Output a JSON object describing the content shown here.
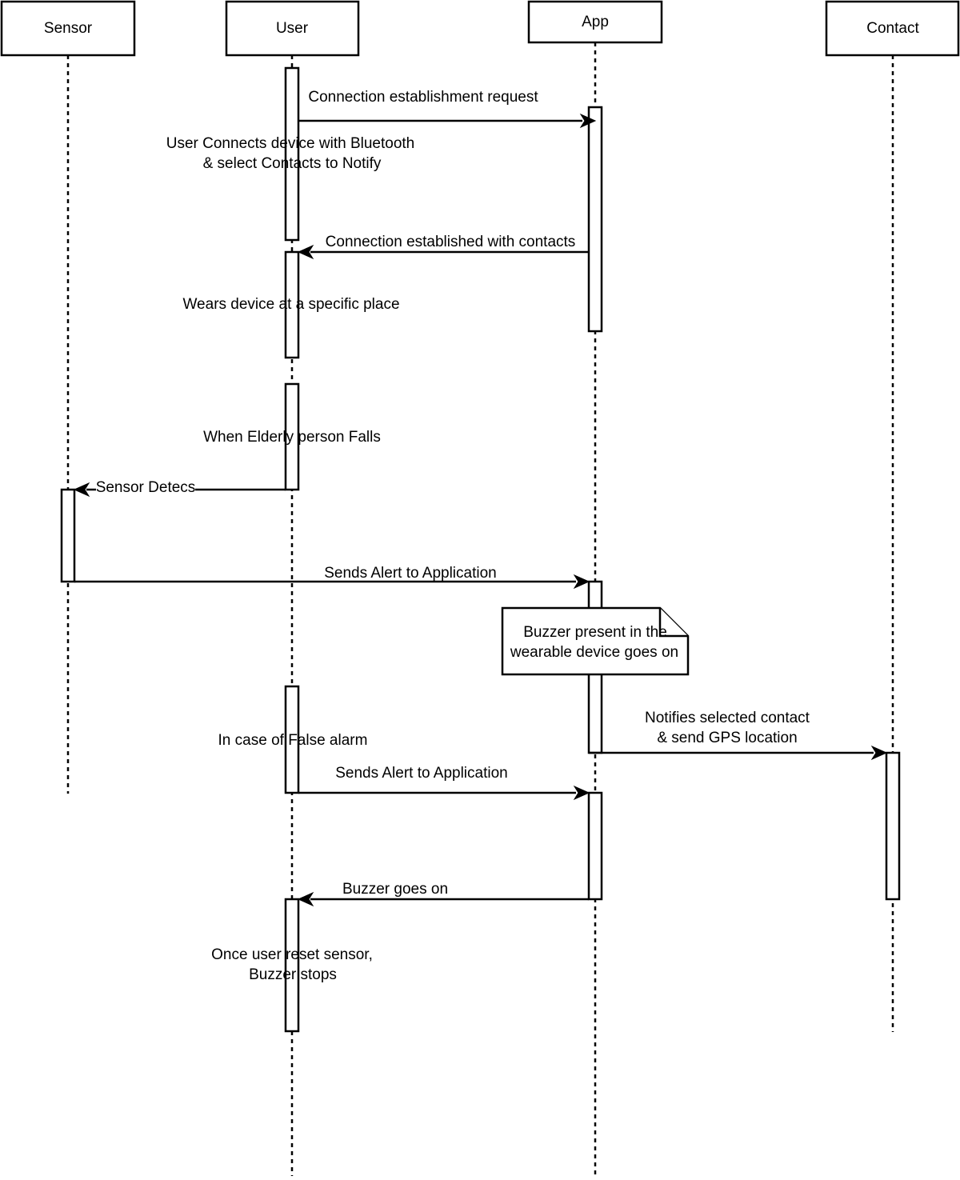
{
  "participants": [
    {
      "id": "sensor",
      "label": "Sensor"
    },
    {
      "id": "user",
      "label": "User"
    },
    {
      "id": "app",
      "label": "App"
    },
    {
      "id": "contact",
      "label": "Contact"
    }
  ],
  "messages": [
    {
      "from": "user",
      "to": "app",
      "label": "Connection establishment request"
    },
    {
      "from": "app",
      "to": "user",
      "label": "Connection established with contacts"
    },
    {
      "from": "user",
      "to": "sensor",
      "label": "Sensor Detecs"
    },
    {
      "from": "sensor",
      "to": "app",
      "label": "Sends Alert to Application"
    },
    {
      "from": "app",
      "to": "contact",
      "label": [
        "Notifies selected contact",
        "& send GPS location"
      ]
    },
    {
      "from": "user",
      "to": "app",
      "label": "Sends Alert to Application"
    },
    {
      "from": "app",
      "to": "user",
      "label": "Buzzer goes on"
    }
  ],
  "activation_labels": [
    [
      "User Connects device with Bluetooth",
      "& select Contacts to Notify"
    ],
    [
      "Wears device at a specific place"
    ],
    [
      "When Elderly person Falls"
    ],
    [
      "In case of False alarm"
    ],
    [
      "Once user reset sensor,",
      "Buzzer stops"
    ]
  ],
  "note": {
    "lines": [
      "Buzzer present in the",
      "wearable device goes on"
    ]
  }
}
